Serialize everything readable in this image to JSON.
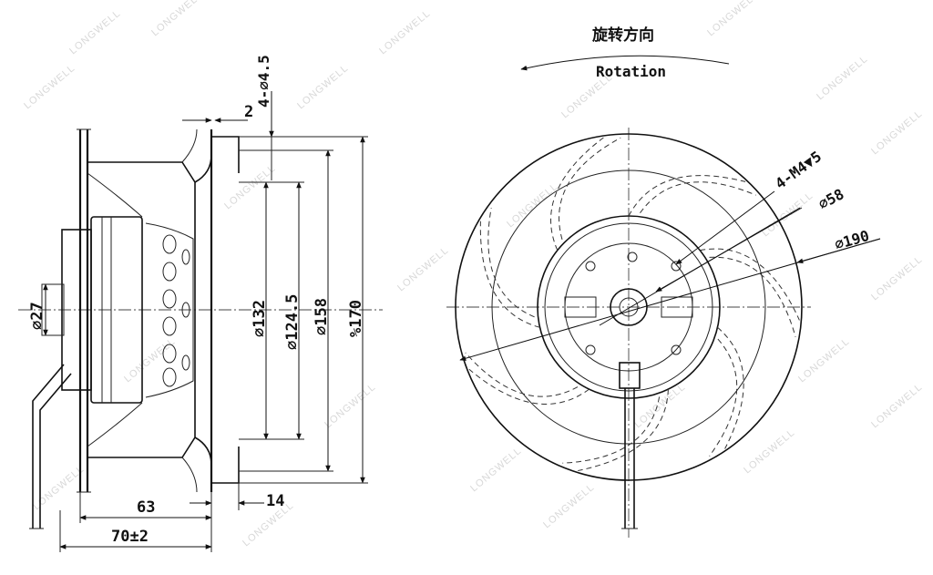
{
  "watermark": "LONGWELL",
  "side_view": {
    "dimensions": {
      "d27": "⌀27",
      "d132": "⌀132",
      "d124_5": "⌀124.5",
      "d158": "⌀158",
      "d170": "%170",
      "hole": "4-⌀4.5",
      "d2": "2",
      "d63": "63",
      "d14": "14",
      "d70": "70±2"
    }
  },
  "front_view": {
    "rotation_cn": "旋转方向",
    "rotation_en": "Rotation",
    "dimensions": {
      "m4": "4-M4▼5",
      "d58": "⌀58",
      "d190": "⌀190"
    }
  }
}
